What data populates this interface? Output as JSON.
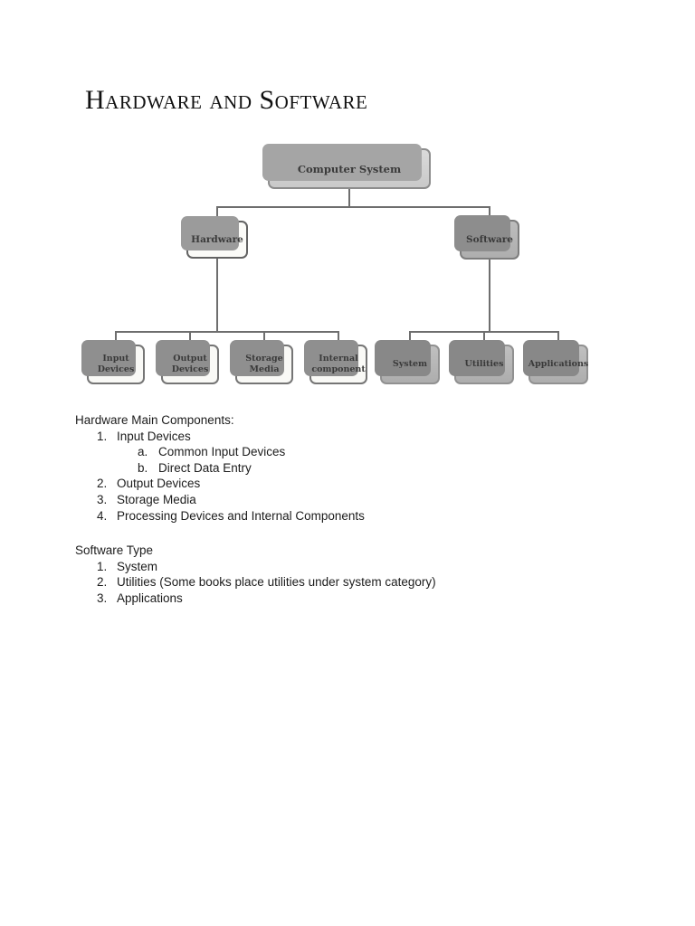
{
  "document": {
    "title": "Hardware and Software"
  },
  "diagram": {
    "root": {
      "label": "Computer System"
    },
    "hardware": {
      "label": "Hardware",
      "children": [
        {
          "label": "Input Devices"
        },
        {
          "label": "Output Devices"
        },
        {
          "label": "Storage Media"
        },
        {
          "label": "Internal component"
        }
      ]
    },
    "software": {
      "label": "Software",
      "children": [
        {
          "label": "System"
        },
        {
          "label": "Utilities"
        },
        {
          "label": "Applications"
        }
      ]
    },
    "colors": {
      "light_box_fill": "#f9f9f6",
      "dark_box_fill": "#b5b5b5",
      "root_box_fill": "#d1d1d1",
      "back_box_fill": "#9b9b9b",
      "connector_line": "#6e6e6e",
      "page_background": "#ffffff"
    }
  },
  "hardware_section": {
    "heading": "Hardware Main Components:",
    "items": [
      {
        "marker": "1.",
        "text": "Input Devices"
      },
      {
        "marker": "a.",
        "text": "Common Input Devices"
      },
      {
        "marker": "b.",
        "text": "Direct Data Entry"
      },
      {
        "marker": "2.",
        "text": "Output Devices"
      },
      {
        "marker": "3.",
        "text": "Storage Media"
      },
      {
        "marker": "4.",
        "text": "Processing Devices and Internal Components"
      }
    ]
  },
  "software_section": {
    "heading": "Software Type",
    "items": [
      {
        "marker": "1.",
        "text": "System"
      },
      {
        "marker": "2.",
        "text": "Utilities (Some books place utilities under system category)"
      },
      {
        "marker": "3.",
        "text": "Applications"
      }
    ]
  }
}
